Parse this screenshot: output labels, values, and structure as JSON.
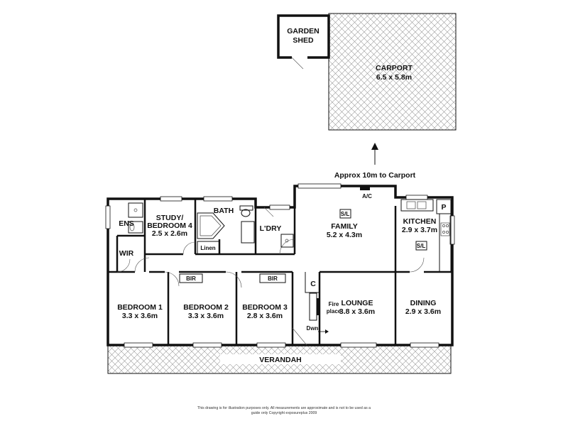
{
  "rooms": {
    "garden_shed": [
      "GARDEN",
      "SHED"
    ],
    "carport": {
      "name": "CARPORT",
      "size": "6.5 x 5.8m"
    },
    "family": {
      "name": "FAMILY",
      "size": "5.2 x 4.3m"
    },
    "kitchen": {
      "name": "KITCHEN",
      "size": "2.9 x 3.7m"
    },
    "study": {
      "name": [
        "STUDY/",
        "BEDROOM 4"
      ],
      "size": "2.5 x 2.6m"
    },
    "bath": "BATH",
    "ensuite": "ENS",
    "wir": "WIR",
    "laundry": "L'DRY",
    "linen": "Linen",
    "bedroom1": {
      "name": "BEDROOM 1",
      "size": "3.3 x 3.6m"
    },
    "bedroom2": {
      "name": "BEDROOM 2",
      "size": "3.3 x 3.6m"
    },
    "bedroom3": {
      "name": "BEDROOM 3",
      "size": "2.8 x 3.6m"
    },
    "lounge": {
      "name": "LOUNGE",
      "size": "3.8 x 3.6m"
    },
    "dining": {
      "name": "DINING",
      "size": "2.9 x 3.6m"
    },
    "verandah": "VERANDAH"
  },
  "fixtures": {
    "bir_label": "BIR",
    "sl_label": "S/L",
    "ac_label": "A/C",
    "pantry_label": "P",
    "cupboard_label": "C",
    "fireplace": [
      "Fire",
      "place"
    ],
    "down_label": "Dwn"
  },
  "annotations": {
    "carport_distance": "Approx 10m to Carport"
  },
  "footer": [
    "This drawing is for illustration purposes only. All measurements are approximate and is not to be used as a",
    "guide only Copyright exposureplus 2009"
  ],
  "colors": {
    "wall": "#111111",
    "hatch": "#999999",
    "background": "#ffffff"
  }
}
